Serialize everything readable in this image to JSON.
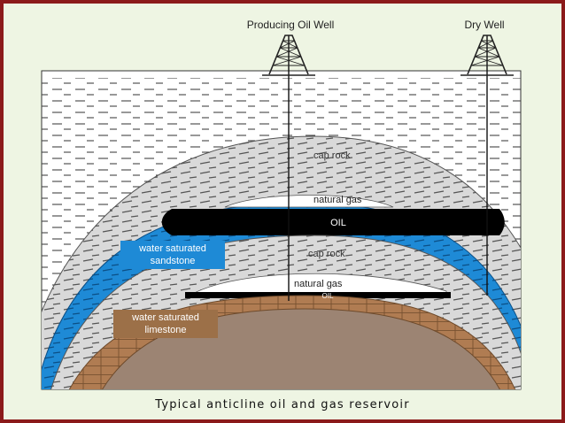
{
  "labels": {
    "producing_well": "Producing Oil Well",
    "dry_well": "Dry Well",
    "cap_rock_upper": "cap rock",
    "natural_gas_upper": "natural gas",
    "oil_upper": "OIL",
    "water_sandstone_line1": "water saturated",
    "water_sandstone_line2": "sandstone",
    "cap_rock_lower": "cap rock",
    "natural_gas_lower": "natural gas",
    "oil_lower": "OIL",
    "water_limestone_line1": "water saturated",
    "water_limestone_line2": "limestone"
  },
  "caption": "Typical anticline oil and gas reservoir",
  "colors": {
    "frame": "#8b1a1a",
    "background": "#eef5e3",
    "sky_layer": "#ffffff",
    "cap_rock": "#d9d9d9",
    "water_sandstone": "#1e8ad6",
    "oil": "#000000",
    "natural_gas": "#ffffff",
    "limestone": "#b07c52",
    "core_rock": "#9c8473",
    "label_box": "#9c7048"
  }
}
